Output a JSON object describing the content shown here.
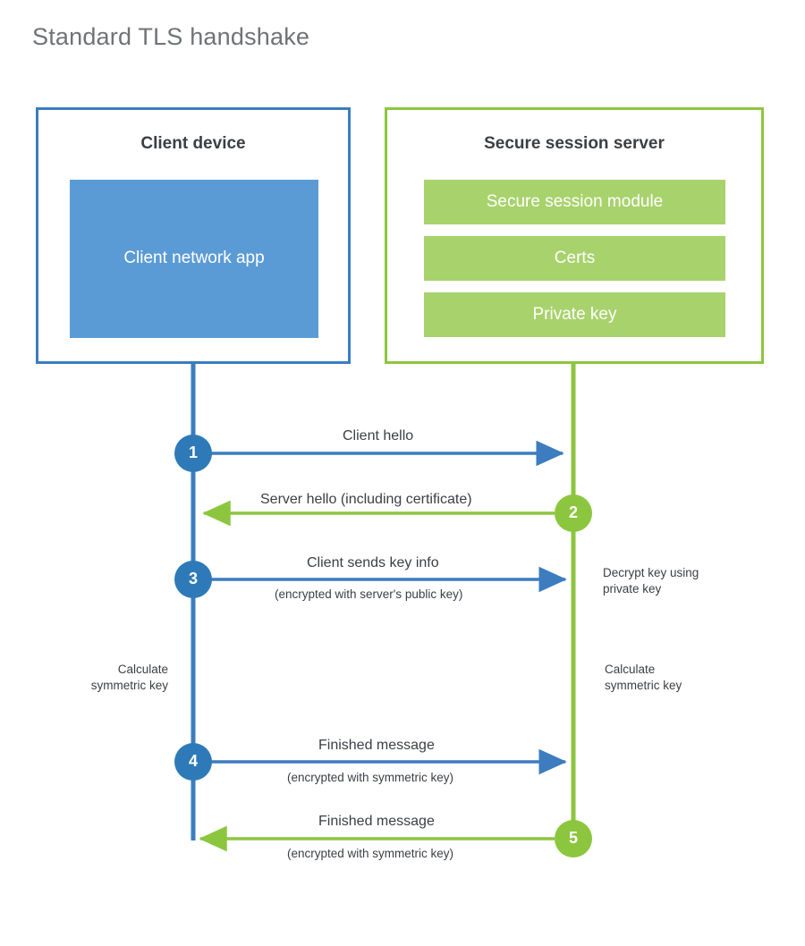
{
  "title": "Standard TLS handshake",
  "colors": {
    "client_border": "#3c7cbf",
    "client_fill": "#5b9bd5",
    "server_border": "#8cc63f",
    "server_fill": "#a8d26c",
    "client_line": "#3c7cbf",
    "server_line": "#8cc63f",
    "text": "#3a3f44",
    "title_text": "#6f7376",
    "background": "#ffffff"
  },
  "actors": {
    "client": {
      "title": "Client device",
      "blocks": [
        {
          "label": "Client network app"
        }
      ]
    },
    "server": {
      "title": "Secure session server",
      "blocks": [
        {
          "label": "Secure session module"
        },
        {
          "label": "Certs"
        },
        {
          "label": "Private key"
        }
      ]
    }
  },
  "steps": [
    {
      "number": "1",
      "label": "Client hello",
      "sublabel": "",
      "direction": "client-to-server",
      "color": "#3c7cbf"
    },
    {
      "number": "2",
      "label": "Server hello (including certificate)",
      "sublabel": "",
      "direction": "server-to-client",
      "color": "#8cc63f"
    },
    {
      "number": "3",
      "label": "Client sends key info",
      "sublabel": "(encrypted with server's public key)",
      "direction": "client-to-server",
      "color": "#3c7cbf"
    },
    {
      "number": "4",
      "label": "Finished message",
      "sublabel": "(encrypted with symmetric key)",
      "direction": "client-to-server",
      "color": "#3c7cbf"
    },
    {
      "number": "5",
      "label": "Finished message",
      "sublabel": "(encrypted with symmetric key)",
      "direction": "server-to-client",
      "color": "#8cc63f"
    }
  ],
  "notes": {
    "server_decrypt": "Decrypt key using\nprivate key",
    "server_decrypt_line1": "Decrypt key using",
    "server_decrypt_line2": "private key",
    "client_calc_line1": "Calculate",
    "client_calc_line2": "symmetric key",
    "server_calc_line1": "Calculate",
    "server_calc_line2": "symmetric key"
  }
}
